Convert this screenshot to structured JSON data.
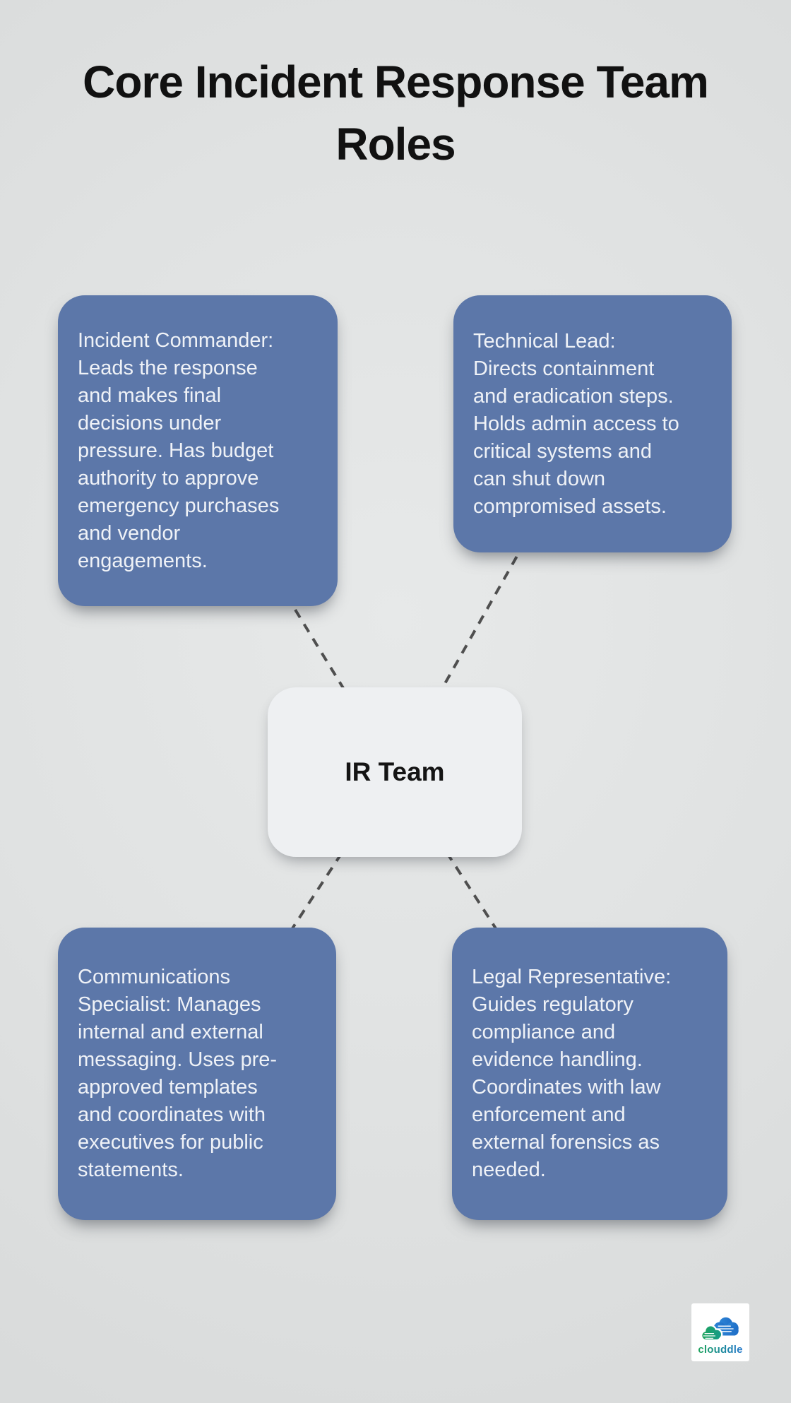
{
  "page": {
    "title": "Core Incident Response Team Roles"
  },
  "diagram": {
    "center_node": {
      "label": "IR Team"
    },
    "nodes": [
      {
        "id": "incident-commander",
        "text": "Incident Commander:\nLeads the response\nand makes final\ndecisions under\npressure. Has budget\nauthority to approve\nemergency purchases\nand vendor\nengagements."
      },
      {
        "id": "technical-lead",
        "text": "Technical Lead:\nDirects containment\nand eradication steps.\nHolds admin access to\ncritical systems and\ncan shut down\ncompromised assets."
      },
      {
        "id": "communications-specialist",
        "text": "Communications\nSpecialist: Manages\ninternal and external\nmessaging. Uses pre-\napproved templates\nand coordinates with\nexecutives for public\nstatements."
      },
      {
        "id": "legal-representative",
        "text": "Legal Representative:\nGuides regulatory\ncompliance and\nevidence handling.\nCoordinates with law\nenforcement and\nexternal forensics as\nneeded."
      }
    ],
    "colors": {
      "background": "#e0e2e2",
      "node_fill": "#5c77a9",
      "node_text": "#eff2f7",
      "center_fill": "#eef0f2",
      "center_text": "#141414",
      "edge": "#4f4f4f"
    }
  },
  "branding": {
    "logo_text": "clouddle",
    "logo_green": "#1ea45a",
    "logo_blue": "#2478cd"
  }
}
